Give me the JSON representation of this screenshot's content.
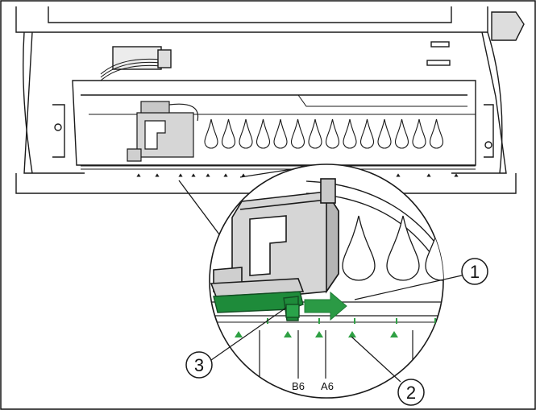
{
  "colors": {
    "line": "#1a1a1a",
    "cartridge_fill": "#d6d6d6",
    "cartridge_dark": "#a9a9a9",
    "guide_green": "#1e8b3a",
    "marker_green": "#2ea043",
    "arrow_green": "#2b9a45"
  },
  "diagram": {
    "callouts": [
      {
        "id": "1",
        "label": "1"
      },
      {
        "id": "2",
        "label": "2"
      },
      {
        "id": "3",
        "label": "3"
      }
    ],
    "size_labels": {
      "b6": "B6",
      "a6": "A6"
    },
    "icons": {
      "direction_arrow": "right-arrow-icon",
      "callout_circle": "numbered-circle-icon"
    }
  }
}
